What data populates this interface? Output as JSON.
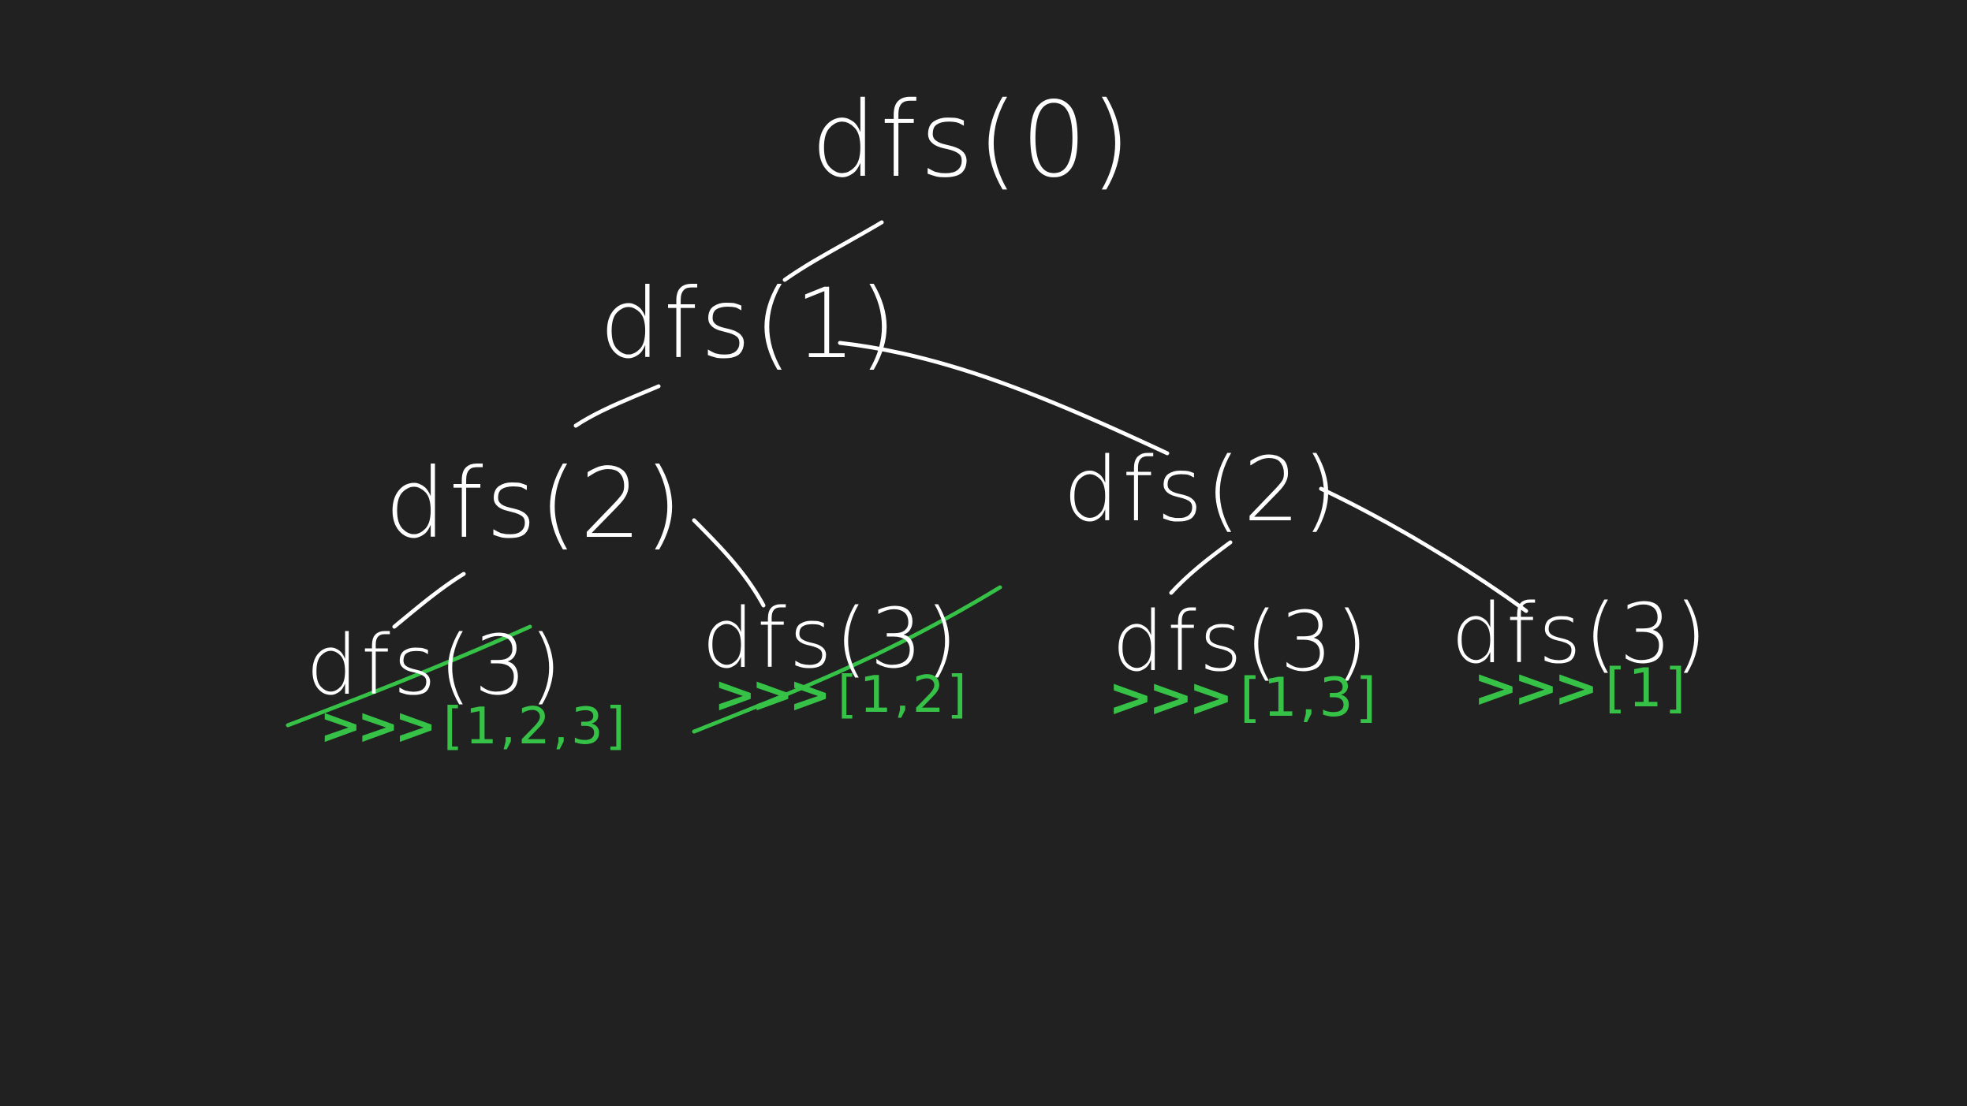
{
  "colors": {
    "background": "#212121",
    "ink": "#ffffff",
    "accent": "#35c247"
  },
  "tree": {
    "root": {
      "label": "dfs(0)"
    },
    "level1": {
      "label": "dfs(1)"
    },
    "level2_left": {
      "label": "dfs(2)"
    },
    "level2_right": {
      "label": "dfs(2)"
    },
    "leaf1": {
      "label": "dfs(3)",
      "result": "[1,2,3]",
      "arrow": ">>>",
      "crossed_out": true
    },
    "leaf2": {
      "label": "dfs(3)",
      "result": "[1,2]",
      "arrow": ">>>",
      "crossed_out": true
    },
    "leaf3": {
      "label": "dfs(3)",
      "result": "[1,3]",
      "arrow": ">>>",
      "crossed_out": false
    },
    "leaf4": {
      "label": "dfs(3)",
      "result": "[1]",
      "arrow": ">>>",
      "crossed_out": false
    }
  }
}
